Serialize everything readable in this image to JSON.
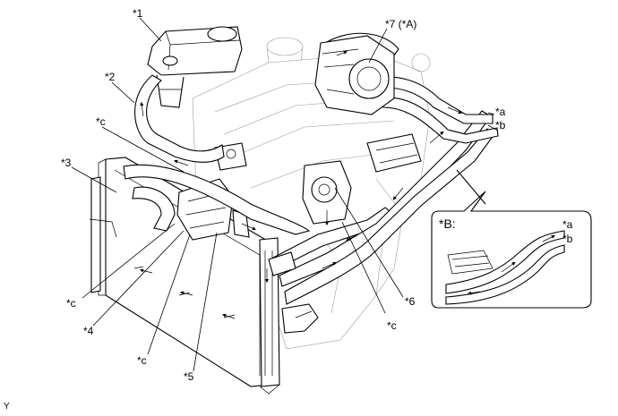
{
  "callouts": {
    "c1": "*1",
    "c2": "*2",
    "c3": "*3",
    "c4": "*4",
    "c5": "*5",
    "c6": "*6",
    "c7": "*7 (*A)",
    "ca": "*a",
    "cb": "*b",
    "cc_top": "*c",
    "cc_left": "*c",
    "cc_bottom": "*c",
    "cc_right": "*c"
  },
  "inset": {
    "label": "*B:",
    "a": "*a",
    "b": "*b"
  },
  "corner_mark": "Y"
}
